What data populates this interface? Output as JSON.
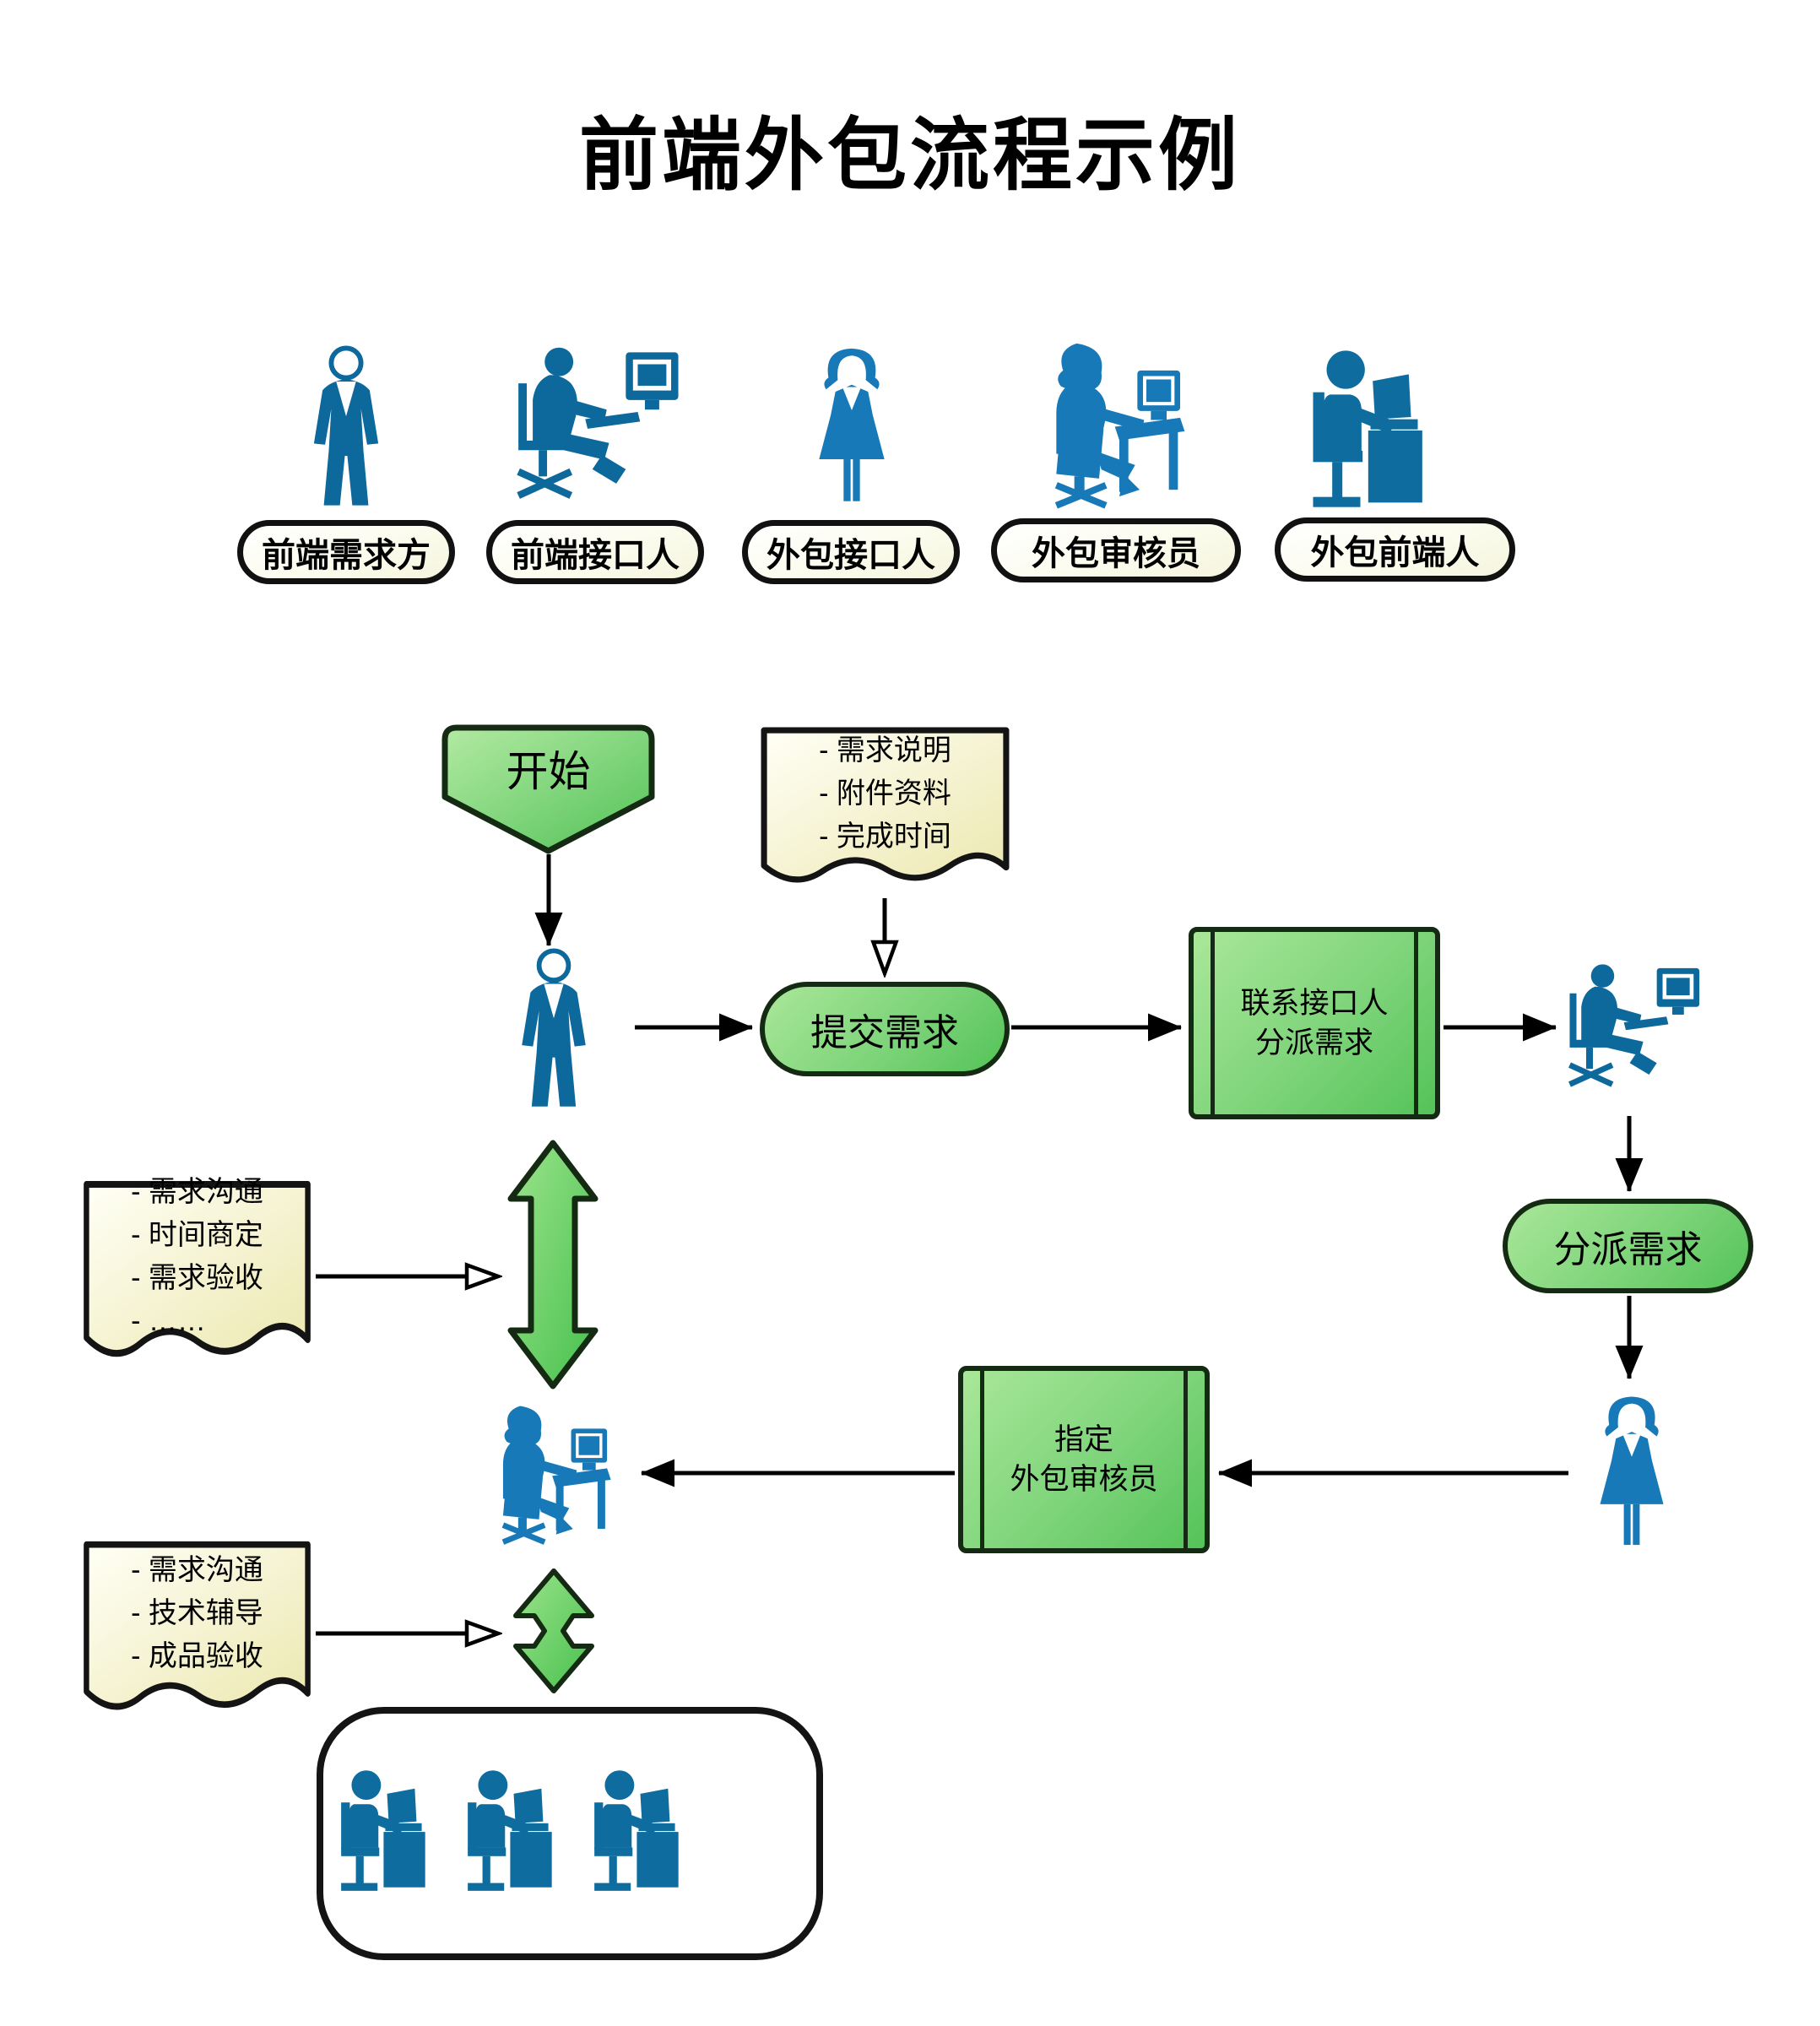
{
  "diagram": {
    "title": "前端外包流程示例"
  },
  "roles": [
    {
      "label": "前端需求方",
      "icon": "standing-man-icon"
    },
    {
      "label": "前端接口人",
      "icon": "man-at-computer-icon"
    },
    {
      "label": "外包接口人",
      "icon": "standing-woman-icon"
    },
    {
      "label": "外包审核员",
      "icon": "woman-at-computer-icon"
    },
    {
      "label": "外包前端人",
      "icon": "worker-at-desk-icon"
    }
  ],
  "nodes": {
    "start": {
      "label": "开始",
      "shape": "banner"
    },
    "submit": {
      "label": "提交需求",
      "shape": "stadium"
    },
    "contact": {
      "label": "联系接口人\n分派需求",
      "shape": "subroutine"
    },
    "dispatch": {
      "label": "分派需求",
      "shape": "stadium"
    },
    "assign": {
      "label": "指定\n外包审核员",
      "shape": "subroutine"
    }
  },
  "notes": {
    "requirement": {
      "lines": "- 需求说明\n- 附件资料\n- 完成时间"
    },
    "communication": {
      "lines": "- 需求沟通\n- 时间商定\n- 需求验收\n- ……"
    },
    "guidance": {
      "lines": "- 需求沟通\n- 技术辅导\n- 成品验收"
    }
  },
  "icons": {
    "flow_requester": "standing-man-icon",
    "flow_frontend_contact": "man-at-computer-icon",
    "flow_outsourcing_contact": "standing-woman-icon",
    "flow_reviewer": "woman-at-computer-icon",
    "outsourced_team": "worker-at-desk-icon"
  },
  "colors": {
    "node_green_light": "#a9e799",
    "node_green_dark": "#54c358",
    "node_border": "#152a12",
    "note_yellow_light": "#fffff4",
    "note_yellow_dark": "#eeeab5",
    "figure_blue_dark": "#0d689c",
    "figure_blue_light": "#1779b8",
    "line_black": "#000000",
    "background": "#ffffff"
  }
}
